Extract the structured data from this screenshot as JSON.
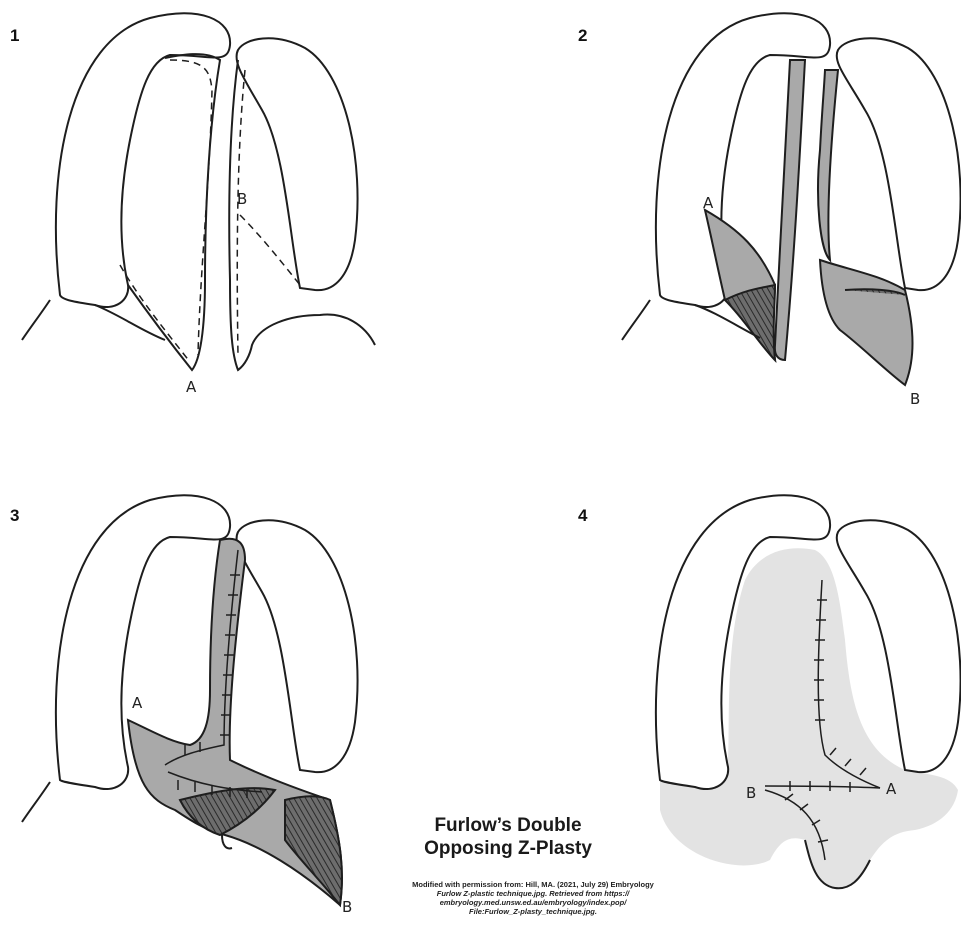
{
  "panels": [
    {
      "number": "1",
      "labels": [
        "A",
        "B"
      ]
    },
    {
      "number": "2",
      "labels": [
        "A",
        "B"
      ]
    },
    {
      "number": "3",
      "labels": [
        "A",
        "B"
      ]
    },
    {
      "number": "4",
      "labels": [
        "B",
        "A"
      ]
    }
  ],
  "title": {
    "line1": "Furlow’s Double",
    "line2": "Opposing Z-Plasty"
  },
  "citation": {
    "line1": "Modified with permission from: Hill, MA. (2021, July 29) Embryology",
    "line2": "Furlow Z-plastic technique.jpg. Retrieved from https://",
    "line3": "embryology.med.unsw.ed.au/embryology/index.pop/",
    "line4": "File:Furlow_Z-plasty_technique.jpg."
  },
  "colors": {
    "flap_gray": "#a9a9a9",
    "light_gray": "#e3e3e3",
    "hatch": "#3a3a3a",
    "outline": "#1e1e1e"
  }
}
